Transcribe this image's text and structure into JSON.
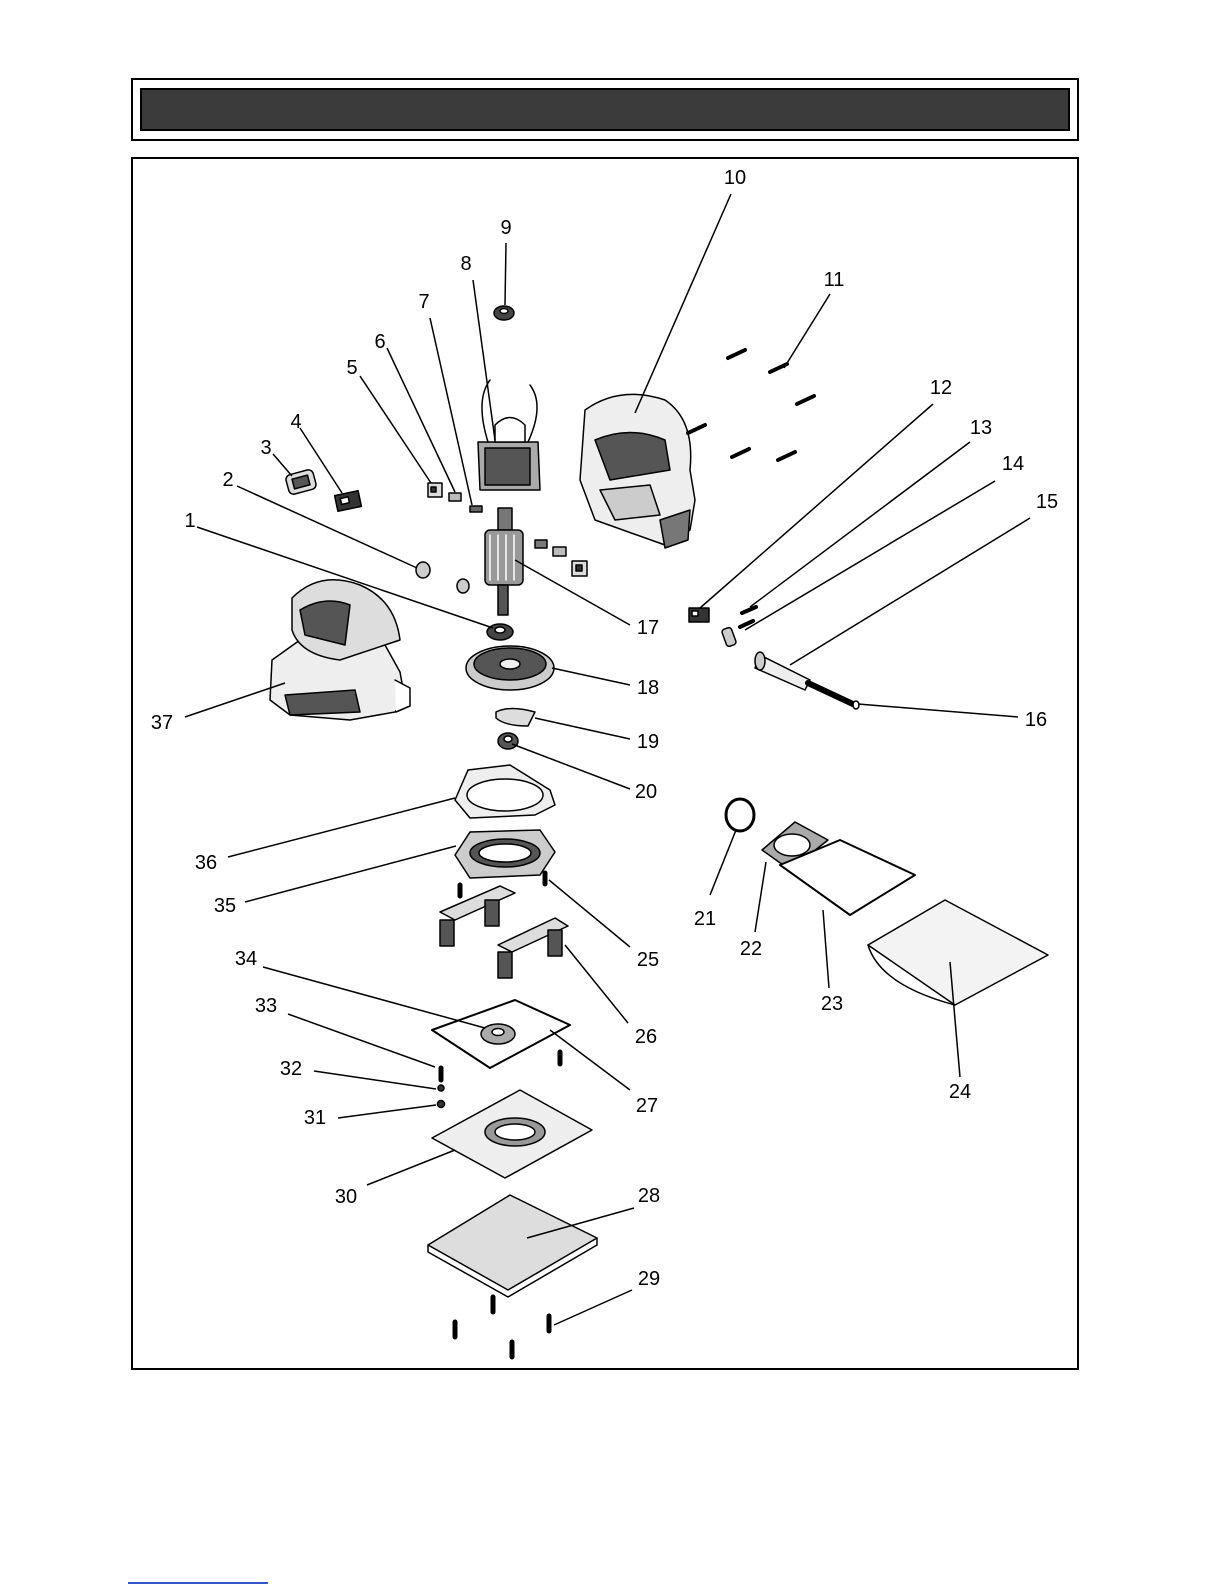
{
  "header": {
    "title": ""
  },
  "callouts": [
    {
      "id": "1",
      "label": "1"
    },
    {
      "id": "2",
      "label": "2"
    },
    {
      "id": "3",
      "label": "3"
    },
    {
      "id": "4",
      "label": "4"
    },
    {
      "id": "5",
      "label": "5"
    },
    {
      "id": "6",
      "label": "6"
    },
    {
      "id": "7",
      "label": "7"
    },
    {
      "id": "8",
      "label": "8"
    },
    {
      "id": "9",
      "label": "9"
    },
    {
      "id": "10",
      "label": "10"
    },
    {
      "id": "11",
      "label": "11"
    },
    {
      "id": "12",
      "label": "12"
    },
    {
      "id": "13",
      "label": "13"
    },
    {
      "id": "14",
      "label": "14"
    },
    {
      "id": "15",
      "label": "15"
    },
    {
      "id": "16",
      "label": "16"
    },
    {
      "id": "17",
      "label": "17"
    },
    {
      "id": "18",
      "label": "18"
    },
    {
      "id": "19",
      "label": "19"
    },
    {
      "id": "20",
      "label": "20"
    },
    {
      "id": "21",
      "label": "21"
    },
    {
      "id": "22",
      "label": "22"
    },
    {
      "id": "23",
      "label": "23"
    },
    {
      "id": "24",
      "label": "24"
    },
    {
      "id": "25",
      "label": "25"
    },
    {
      "id": "26",
      "label": "26"
    },
    {
      "id": "27",
      "label": "27"
    },
    {
      "id": "28",
      "label": "28"
    },
    {
      "id": "29",
      "label": "29"
    },
    {
      "id": "30",
      "label": "30"
    },
    {
      "id": "31",
      "label": "31"
    },
    {
      "id": "32",
      "label": "32"
    },
    {
      "id": "33",
      "label": "33"
    },
    {
      "id": "34",
      "label": "34"
    },
    {
      "id": "35",
      "label": "35"
    },
    {
      "id": "36",
      "label": "36"
    },
    {
      "id": "37",
      "label": "37"
    }
  ]
}
